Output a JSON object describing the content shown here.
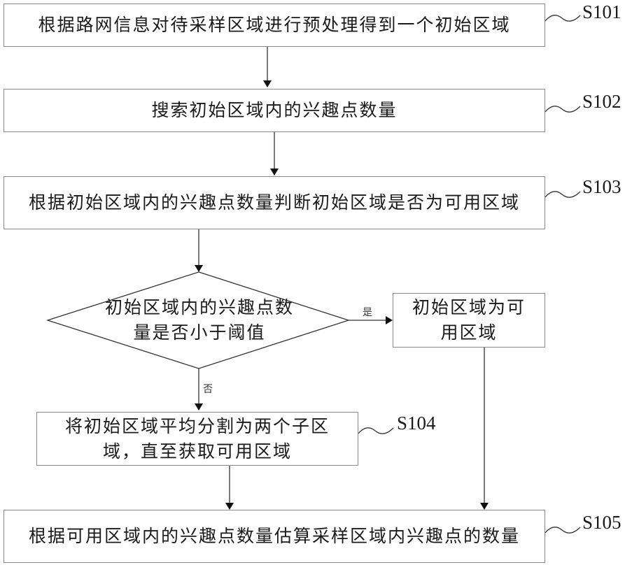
{
  "flowchart": {
    "steps": [
      {
        "id": "S101",
        "text": "根据路网信息对待采样区域进行预处理得到一个初始区域"
      },
      {
        "id": "S102",
        "text": "搜索初始区域内的兴趣点数量"
      },
      {
        "id": "S103",
        "text": "根据初始区域内的兴趣点数量判断初始区域是否为可用区域"
      },
      {
        "id": "S104",
        "text": "将初始区域平均分割为两个子区域，直至获取可用区域"
      },
      {
        "id": "S105",
        "text": "根据可用区域内的兴趣点数量估算采样区域内兴趣点的数量"
      }
    ],
    "decision": {
      "text": "初始区域内的兴趣点数量是否小于阈值"
    },
    "available_box": {
      "text": "初始区域为可用区域"
    },
    "yes_label": "是",
    "no_label": "否"
  }
}
